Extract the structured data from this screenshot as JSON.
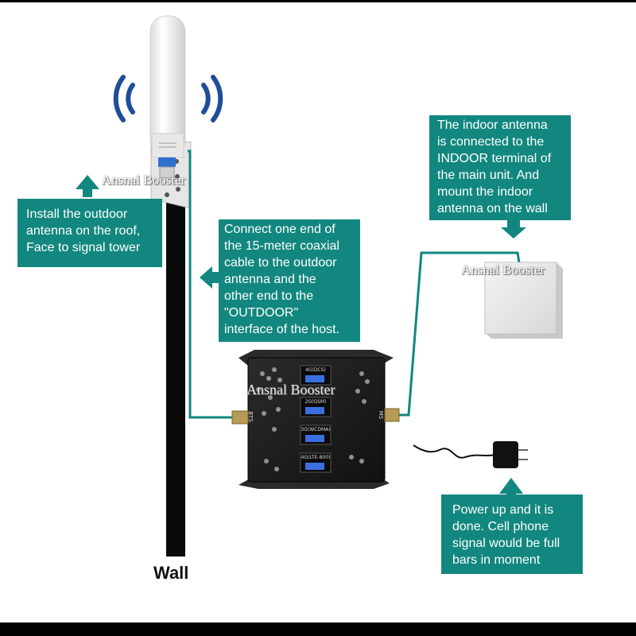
{
  "boxes": {
    "outdoor": {
      "lines": [
        "Install the outdoor",
        "antenna on the roof,",
        "Face to signal tower"
      ]
    },
    "coax": {
      "lines": [
        "Connect one end of",
        "the 15-meter coaxial",
        "cable to the outdoor",
        "antenna and the",
        "other end to the",
        "\"OUTDOOR\"",
        "interface of the host."
      ]
    },
    "indoor": {
      "lines": [
        "The indoor antenna",
        "is connected to the",
        "INDOOR terminal of",
        "the main unit. And",
        "mount the indoor",
        "antenna on the wall"
      ]
    },
    "power": {
      "lines": [
        "Power up and it is",
        "done. Cell phone",
        "signal would be full",
        "bars in moment"
      ]
    }
  },
  "wall_label": "Wall",
  "watermark": "Ansnal Booster",
  "unit": {
    "bands": [
      "4G(DCS)",
      "2G(GSM)",
      "3G(WCDMA)",
      "4G(LTE-800)"
    ],
    "port_bts": "BTS",
    "port_ms": "MS"
  },
  "colors": {
    "accent": "#12877f",
    "signal": "#1f4e99"
  },
  "icons": [
    "signal-wave-icon",
    "arrow-icon",
    "power-adapter-icon"
  ]
}
